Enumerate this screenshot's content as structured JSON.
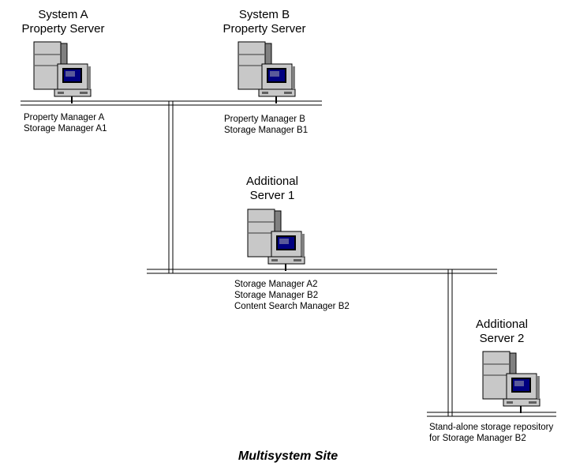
{
  "servers": [
    {
      "title_line1": "System A",
      "title_line2": "Property Server",
      "roles": [
        "Property Manager A",
        "Storage Manager A1"
      ]
    },
    {
      "title_line1": "System B",
      "title_line2": "Property Server",
      "roles": [
        "Property Manager B",
        "Storage Manager B1"
      ]
    },
    {
      "title_line1": "Additional",
      "title_line2": "Server 1",
      "roles": [
        "Storage Manager A2",
        "Storage Manager B2",
        "Content Search Manager B2"
      ]
    },
    {
      "title_line1": "Additional",
      "title_line2": "Server 2",
      "roles": [
        "Stand-alone storage repository",
        "for Storage Manager B2"
      ]
    }
  ],
  "caption": "Multisystem Site",
  "colors": {
    "case": "#c8c8c8",
    "case_shadow": "#808080",
    "screen": "#000080",
    "cable": "#000000"
  }
}
